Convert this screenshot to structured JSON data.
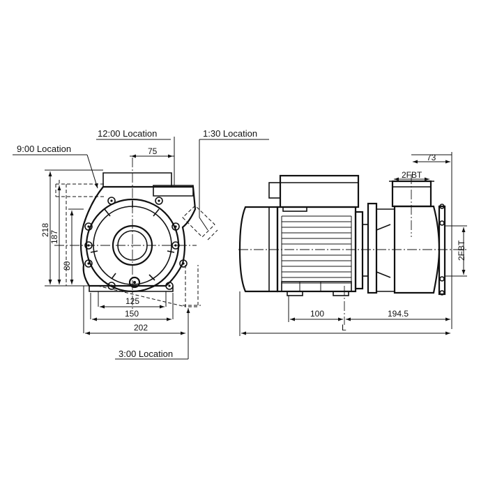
{
  "labels": {
    "loc_12": "12:00 Location",
    "loc_130": "1:30 Location",
    "loc_9": "9:00 Location",
    "loc_3": "3:00 Location"
  },
  "dimensions": {
    "d75": "75",
    "d218": "218",
    "d187": "187",
    "d80": "80",
    "d125": "125",
    "d150": "150",
    "d202": "202",
    "d73": "73",
    "d2fbt_top": "2FBT",
    "d2fbt_side": "2FBT",
    "d100": "100",
    "d1945": "194.5",
    "dL": "L"
  }
}
